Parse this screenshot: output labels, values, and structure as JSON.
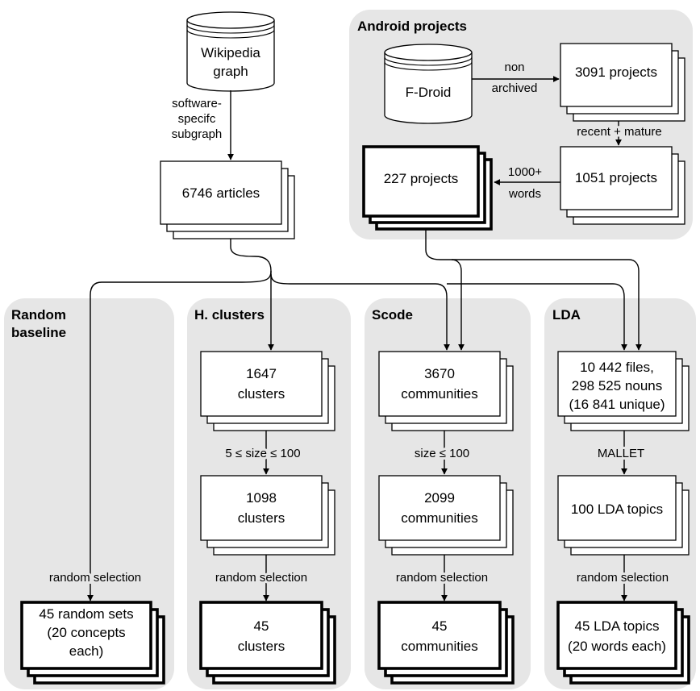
{
  "panels": {
    "android": "Android projects",
    "random": [
      "Random",
      "baseline"
    ],
    "hclusters": "H. clusters",
    "scode": "Scode",
    "lda": "LDA"
  },
  "sources": {
    "wikipedia": [
      "Wikipedia",
      "graph"
    ],
    "fdroid": "F-Droid"
  },
  "boxes": {
    "articles": "6746 articles",
    "proj3091": "3091 projects",
    "proj1051": "1051 projects",
    "proj227": "227 projects",
    "hc1647": [
      "1647",
      "clusters"
    ],
    "hc1098": [
      "1098",
      "clusters"
    ],
    "hc45": [
      "45",
      "clusters"
    ],
    "sc3670": [
      "3670",
      "communities"
    ],
    "sc2099": [
      "2099",
      "communities"
    ],
    "sc45": [
      "45",
      "communities"
    ],
    "lda_files": [
      "10 442 files,",
      "298 525 nouns",
      "(16 841 unique)"
    ],
    "lda100": "100 LDA topics",
    "lda45": [
      "45 LDA topics",
      "(20 words each)"
    ],
    "rand45": [
      "45 random sets",
      "(20 concepts",
      "each)"
    ]
  },
  "edges": {
    "subgraph": [
      "software-",
      "specifc",
      "subgraph"
    ],
    "nonarchived": [
      "non",
      "archived"
    ],
    "recent": "recent + mature",
    "words": [
      "1000+",
      "words"
    ],
    "hc_size": "5 ≤ size ≤ 100",
    "sc_size": "size ≤ 100",
    "mallet": "MALLET",
    "random_selection": "random selection"
  },
  "colors": {
    "panel": "#e6e6e6",
    "stroke": "#000000",
    "box": "#ffffff"
  }
}
